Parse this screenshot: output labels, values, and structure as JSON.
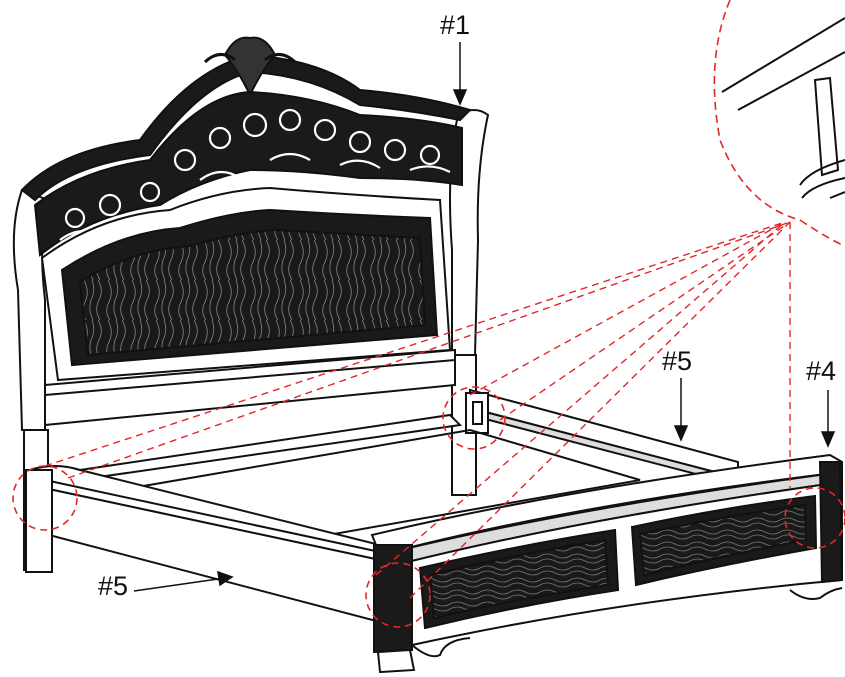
{
  "labels": {
    "headboard": "#1",
    "side_rail_back": "#5",
    "footboard": "#4",
    "side_rail_front": "#5"
  },
  "colors": {
    "line": "#111111",
    "callout": "#e0282a",
    "panel_fill": "#f4f4f4",
    "dark_fill": "#1a1a1a"
  }
}
